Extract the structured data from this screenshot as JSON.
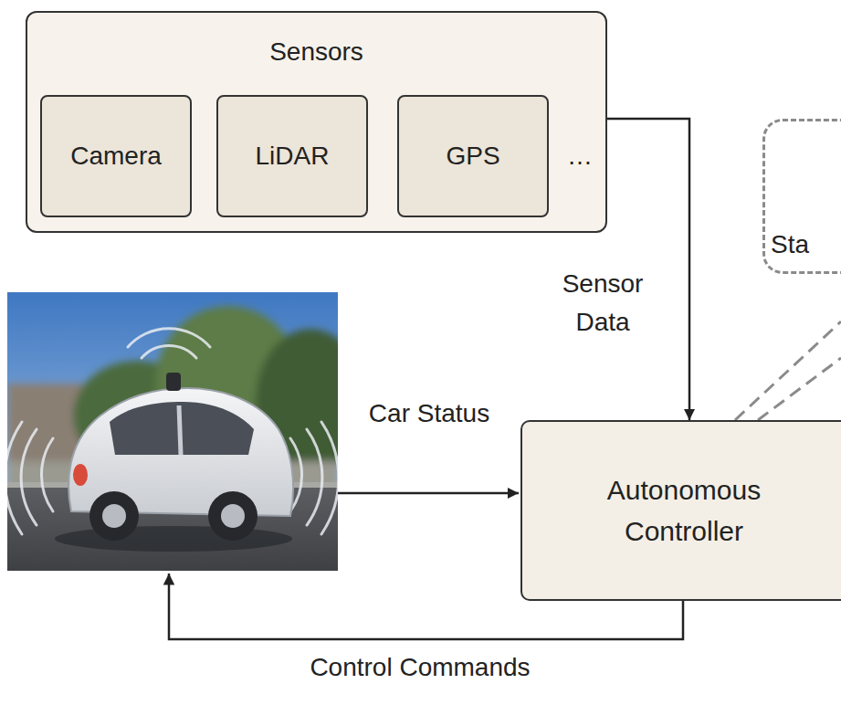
{
  "diagram": {
    "nodes": [
      {
        "text": [
          "Sensors"
        ]
      },
      {
        "text": [
          "Camera"
        ],
        "in": 0
      },
      {
        "text": [
          "LiDAR"
        ],
        "in": 0
      },
      {
        "text": [
          "GPS"
        ],
        "in": 0
      },
      {
        "text": [
          "Sta"
        ]
      },
      {
        "text": [
          "Autonomous Controller"
        ]
      }
    ],
    "edges": [
      {
        "from": 0,
        "to": 5,
        "label": "Sensor Data",
        "arrow": "to"
      }
    ],
    "labels": [
      "…",
      "Car Status",
      "Control Commands"
    ]
  }
}
